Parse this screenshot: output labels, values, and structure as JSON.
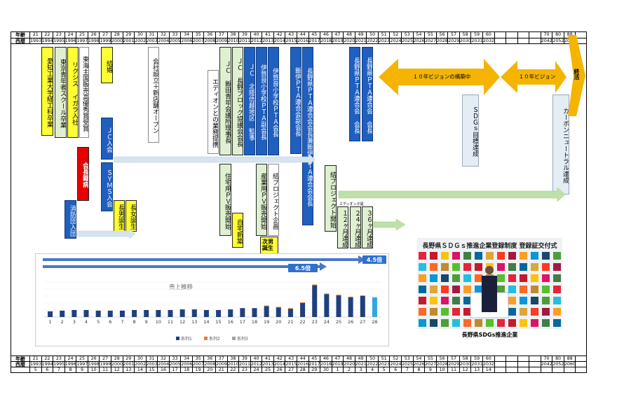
{
  "header": {
    "age_label": "年齢",
    "year_label": "西暦",
    "ages": [
      "21",
      "22",
      "23",
      "24",
      "25",
      "26",
      "27",
      "28",
      "29",
      "30",
      "31",
      "32",
      "33",
      "34",
      "35",
      "36",
      "37",
      "38",
      "39",
      "40",
      "41",
      "42",
      "43",
      "44",
      "45",
      "46",
      "47",
      "48",
      "49",
      "50",
      "51",
      "52",
      "53",
      "54",
      "55",
      "56",
      "57",
      "58",
      "59",
      "60",
      "",
      "",
      "",
      "",
      "70",
      "80",
      "88"
    ],
    "years": [
      "1993",
      "1994",
      "1995",
      "1996",
      "1997",
      "1998",
      "1999",
      "2000",
      "2001",
      "2002",
      "2003",
      "2004",
      "2005",
      "2006",
      "2007",
      "2008",
      "2009",
      "2010",
      "2011",
      "2012",
      "2013",
      "2014",
      "2015",
      "2016",
      "2017",
      "2018",
      "2019",
      "2020",
      "2021",
      "2022",
      "2023",
      "2024",
      "2025",
      "2026",
      "2027",
      "2028",
      "2029",
      "2030",
      "2031",
      "2032",
      "",
      "",
      "",
      "",
      "2042",
      "2052",
      "2060"
    ]
  },
  "footer": {
    "age_label": "年齢",
    "year_label": "西暦",
    "terms": [
      "5",
      "6",
      "7",
      "8",
      "9",
      "10",
      "11",
      "12",
      "13",
      "14",
      "15",
      "16",
      "17",
      "18",
      "19",
      "20",
      "21",
      "22",
      "23",
      "24",
      "25",
      "26",
      "27",
      "28",
      "29",
      "30",
      "1",
      "2",
      "3",
      "4",
      "5",
      "6",
      "7",
      "8",
      "9",
      "10",
      "11",
      "12",
      "13",
      "14",
      "",
      "",
      "",
      "",
      "",
      "",
      ""
    ]
  },
  "events": {
    "aichi": "愛知工業大学経工科卒業",
    "tokyo_school": "東京青年者スクール卒業",
    "lixil": "リクシス イガラ入社",
    "tokai": "東海主国販売高優秀賞受賞",
    "marriage": "結婚",
    "company": "会社設立＋新店舗オープン",
    "edion": "エディオンとの業務提携",
    "jc_iida": "ＪＣ 飯田青年会議所理事長",
    "jc_nagano": "ＪＣ 長野ブロック協議会会長",
    "jc_hokuriku": "ＪＣ 北陸信越地区 監事",
    "pta1": "伊賀良小学校ＰＴＡ副会長",
    "pta2": "伊賀良小学校ＰＴＡ会長",
    "pta_iida": "飯伊ＰＴＡ連合会副会長",
    "pta_ken": "長野県ＰＴＡ連合会会長兼飯伊ＰＴＡ連合会会長",
    "pta_nagano": "長野県ＰＴＡ連合会 会長",
    "pta_nagano2": "長野県ＰＴＡ連合会 会長",
    "jc_join": "ＪＣ入会",
    "sms": "ＳＹＭＳ入会",
    "illness": "会長闘病",
    "fire": "消防団入団",
    "son1": "長男誕生",
    "daughter": "長女誕生",
    "solar_home": "住宅用ＰＶ販売開始",
    "home_new": "自宅新築",
    "solar_biz": "産業用ＰＶ販売開始",
    "project": "結プロジェクト企画",
    "son2": "次男誕生",
    "project2": "結プロジェクト開始",
    "edion_note": "エディオン子屋",
    "m12": "１２ヶ月達成",
    "m24": "２４ヶ月達成",
    "m36": "３６ヶ月達成",
    "vision1": "１０年ビジョンの構築中",
    "vision2": "１０年ビジョン",
    "end": "終活",
    "sdgs": "ＳＤＧｓ目標達成",
    "carbon": "カーボンニュートラル達成"
  },
  "chart_data": {
    "type": "bar",
    "title": "売上推移",
    "categories": [
      "1",
      "2",
      "3",
      "4",
      "5",
      "6",
      "7",
      "8",
      "9",
      "10",
      "11",
      "12",
      "13",
      "14",
      "15",
      "16",
      "17",
      "18",
      "19",
      "20",
      "21",
      "22",
      "23",
      "24",
      "25",
      "26",
      "27",
      "28"
    ],
    "series": [
      {
        "name": "系列1",
        "values": [
          0.9,
          1.0,
          1.1,
          1.1,
          1.0,
          1.0,
          1.0,
          1.1,
          1.1,
          1.1,
          1.1,
          1.2,
          1.2,
          1.1,
          1.1,
          1.2,
          1.4,
          1.4,
          1.7,
          1.5,
          1.3,
          2.2,
          5.0,
          3.6,
          3.4,
          3.1,
          3.3,
          3.1
        ]
      },
      {
        "name": "系列2",
        "values": [
          0,
          0,
          0,
          0,
          0,
          0,
          0,
          0,
          0,
          0,
          0,
          0,
          0,
          0,
          0,
          0,
          0,
          0,
          0.1,
          0.1,
          0.1,
          0.1,
          0.1,
          0.1,
          0.1,
          0.1,
          0.1,
          0
        ]
      },
      {
        "name": "系列3",
        "values": [
          0,
          0,
          0,
          0,
          0,
          0,
          0,
          0,
          0,
          0,
          0,
          0,
          0,
          0,
          0,
          0,
          0,
          0,
          0,
          0,
          0,
          0,
          0,
          0,
          0,
          0,
          0,
          0
        ]
      }
    ],
    "highlight_last": true,
    "ylim": [
      0,
      5.5
    ],
    "colors": {
      "series1": "#1f3f7f",
      "series2": "#ed7d31",
      "series3": "#a5a5a5",
      "highlight": "#2ea8e0"
    },
    "annotations": [
      "6.5倍",
      "4.5倍"
    ]
  },
  "photo": {
    "banner": "長野県ＳＤＧｓ推進企業登録制度 登録証交付式",
    "caption": "長野県SDGs推進企業"
  }
}
